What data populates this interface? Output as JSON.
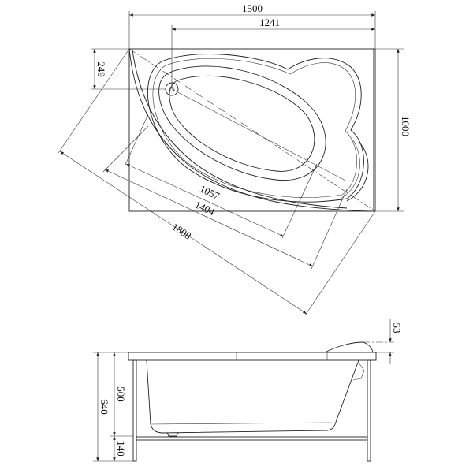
{
  "top_view": {
    "dimensions": {
      "length": "1500",
      "drain_offset_x": "1241",
      "drain_offset_y": "249",
      "width": "1000",
      "inner_diagonal": "1057",
      "mid_diagonal": "1404",
      "outer_diagonal": "1808"
    }
  },
  "side_view": {
    "dimensions": {
      "headrest_height": "53",
      "total_height": "640",
      "tub_height": "500",
      "leg_height": "140"
    }
  }
}
